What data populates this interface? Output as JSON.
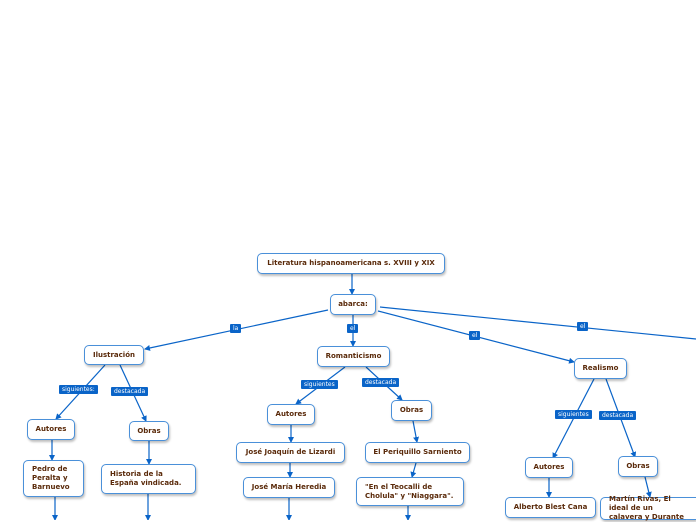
{
  "colors": {
    "line": "#0a64c8",
    "node_border": "#4a90d9",
    "node_text": "#5a2a0a",
    "label_bg": "#0a64c8",
    "label_text": "#ffffff"
  },
  "nodes": {
    "root": "Literatura hispanoamericana s. XVIII y XIX",
    "abarca": "abarca:",
    "ilustracion": "Ilustración",
    "romanticismo": "Romanticismo",
    "realismo": "Realismo",
    "autores_ilustracion": "Autores",
    "obras_ilustracion": "Obras",
    "peralta": "Pedro de Peralta y Barnuevo",
    "historia": "Historia de la España vindicada.",
    "autores_romanticismo": "Autores",
    "obras_romanticismo": "Obras",
    "lizardi": "José Joaquín de Lizardi",
    "heredia": "José María Heredia",
    "periquillo": "El Periquillo Sarniento",
    "teocalli": "\"En el Teocalli de Cholula\" y \"Niaggara\".",
    "autores_realismo": "Autores",
    "obras_realismo": "Obras",
    "blest": "Alberto Blest Cana",
    "martin": "Martín Rivas, El ideal de un calavera y Durante"
  },
  "labels": {
    "la": "la",
    "el_romanticismo": "el",
    "el_realismo": "el",
    "el_far": "el",
    "siguientes_ilustracion": "siguientes:",
    "destacada_ilustracion": "destacada",
    "siguientes_romanticismo": "siguientes",
    "destacada_romanticismo": "destacada",
    "siguientes_realismo": "siguientes",
    "destacada_realismo": "destacada"
  }
}
